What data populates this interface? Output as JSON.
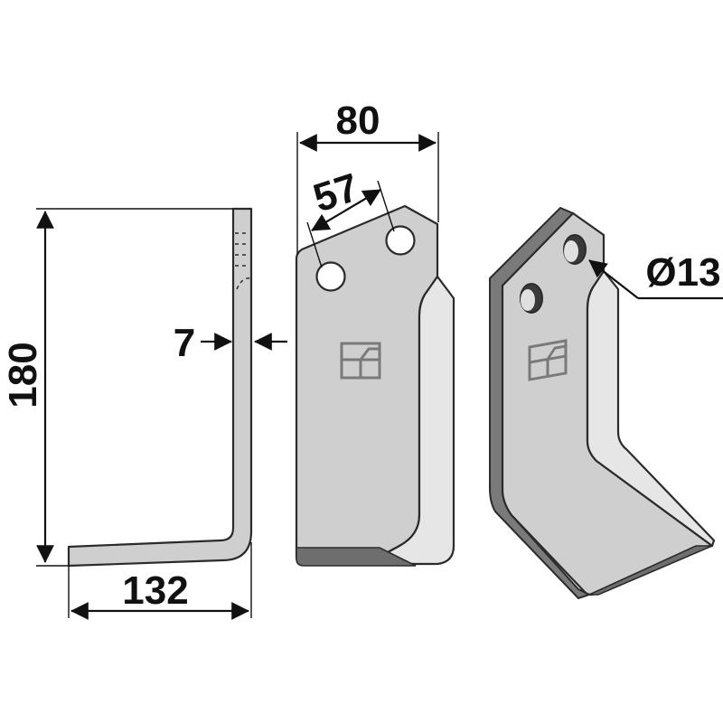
{
  "dimensions": {
    "height": "180",
    "base_length": "132",
    "thickness": "7",
    "width": "80",
    "hole_spacing": "57",
    "hole_diameter": "Ø13"
  },
  "colors": {
    "blade_face": "#cfcfcf",
    "blade_light": "#e6e6e6",
    "blade_edge": "#8c8c8c",
    "blade_dark": "#6e6e6e",
    "outline": "#2b2b2b",
    "line": "#111111",
    "background": "#ffffff"
  },
  "icons": {
    "logo": "hp-logo-mark",
    "arrow": "arrowhead"
  }
}
